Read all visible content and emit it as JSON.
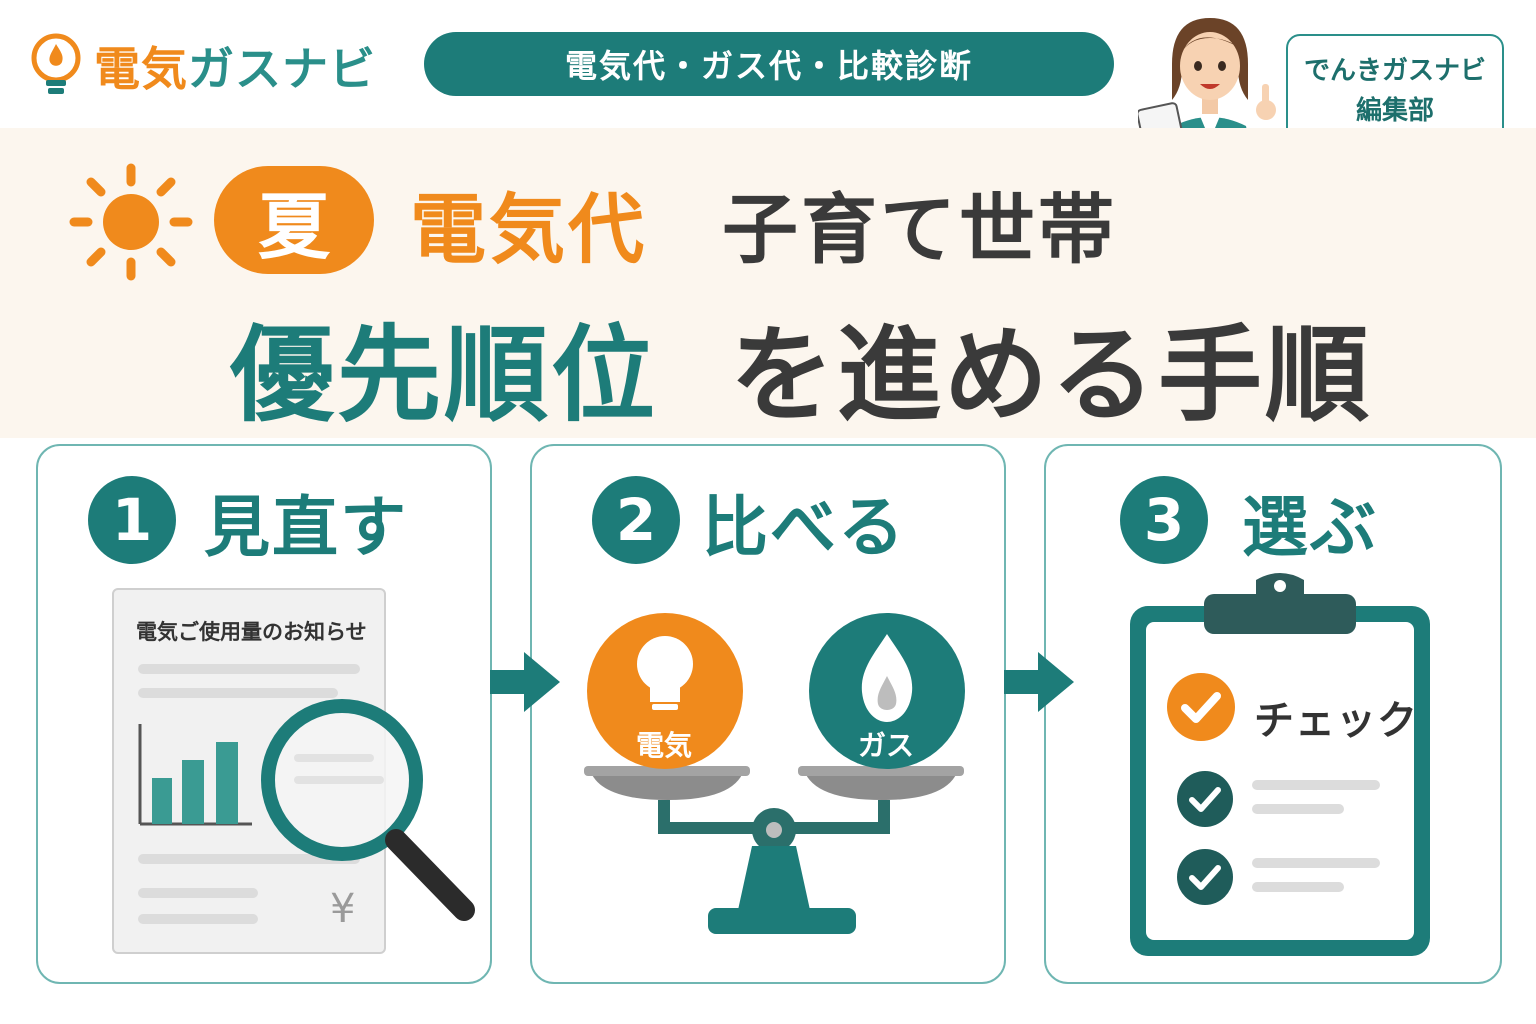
{
  "header": {
    "logo_text_orange": "電気",
    "logo_text_teal": "ガスナビ",
    "category_pill": "電気代・ガス代・比較診断",
    "editor_line1": "でんきガスナビ",
    "editor_line2": "編集部"
  },
  "hero": {
    "season_badge": "夏",
    "title_accent": "電気代",
    "title_rest": "子育て世帯",
    "subtitle_accent": "優先順位",
    "subtitle_rest": "を進める手順"
  },
  "steps": [
    {
      "number": "1",
      "label": "見直す"
    },
    {
      "number": "2",
      "label": "比べる"
    },
    {
      "number": "3",
      "label": "選ぶ"
    }
  ],
  "step1": {
    "document_title": "電気ご使用量のお知らせ",
    "yen_symbol": "¥"
  },
  "step2": {
    "electric_label": "電気",
    "gas_label": "ガス"
  },
  "step3": {
    "check_label": "チェック"
  },
  "colors": {
    "teal": "#1d7c79",
    "orange": "#f08a1c",
    "hero_bg": "#fcf6ee"
  },
  "icons": [
    "bulb-logo-icon",
    "sun-icon",
    "magnifier-icon",
    "bar-chart-icon",
    "lightbulb-icon",
    "flame-icon",
    "balance-scale-icon",
    "clipboard-icon",
    "checkmark-icon",
    "arrow-right-icon",
    "presenter-avatar"
  ]
}
